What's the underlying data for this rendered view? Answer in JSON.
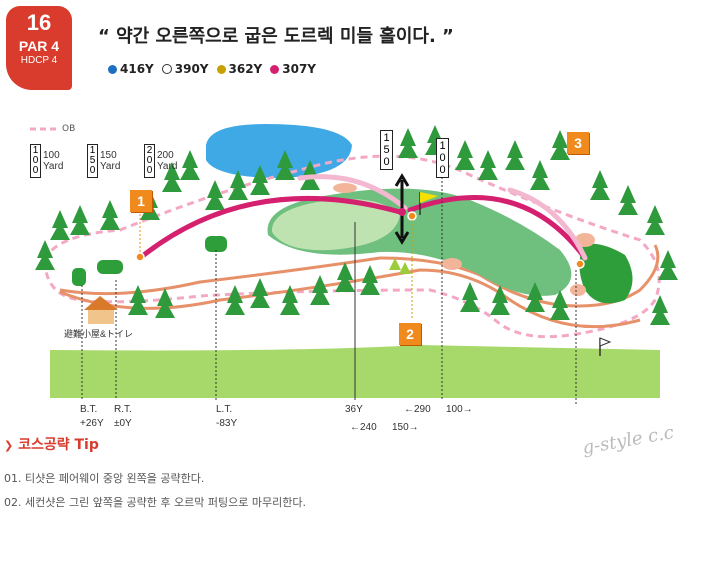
{
  "hole": {
    "number": "16",
    "par": "PAR 4",
    "hdcp": "HDCP 4"
  },
  "headline": "“ 약간 오른쪽으로 굽은 도르렉 미들 홀이다. ”",
  "tees": [
    {
      "label": "416Y",
      "color": "#1e6fc0"
    },
    {
      "label": "390Y",
      "color": "#ffffff"
    },
    {
      "label": "362Y",
      "color": "#c8a000"
    },
    {
      "label": "307Y",
      "color": "#d4206e"
    }
  ],
  "legend": {
    "ob": "OB",
    "marks": [
      {
        "digits": [
          "1",
          "0",
          "0"
        ],
        "label": "100 Yard"
      },
      {
        "digits": [
          "1",
          "5",
          "0"
        ],
        "label": "150 Yard"
      },
      {
        "digits": [
          "2",
          "0",
          "0"
        ],
        "label": "200 Yard"
      }
    ]
  },
  "markers": {
    "m1": "1",
    "m2": "2",
    "m3": "3"
  },
  "course_boxes": {
    "box150": [
      "1",
      "5",
      "0"
    ],
    "box100": [
      "1",
      "0",
      "0"
    ]
  },
  "map_labels": {
    "shelter": "避難小屋&トイレ",
    "bt": "B.T.",
    "bt_val": "+26Y",
    "rt": "R.T.",
    "rt_val": "±0Y",
    "lt": "L.T.",
    "lt_val": "-83Y",
    "d36": "36Y",
    "d240": "←240",
    "d150": "150→",
    "d290": "←290",
    "d100": "100→"
  },
  "tips": {
    "title": "코스공략 Tip",
    "items": [
      "01. 티샷은 페어웨이 중앙 왼쪽을 공략한다.",
      "02. 세컨샷은 그린 앞쪽을 공략한 후 오르막 퍼팅으로 마무리한다."
    ]
  },
  "signature": "g-style c.c",
  "colors": {
    "accent": "#d93b2c",
    "marker": "#f08a1c",
    "fairway": "#6fbf7f",
    "green": "#2e9e3a"
  }
}
